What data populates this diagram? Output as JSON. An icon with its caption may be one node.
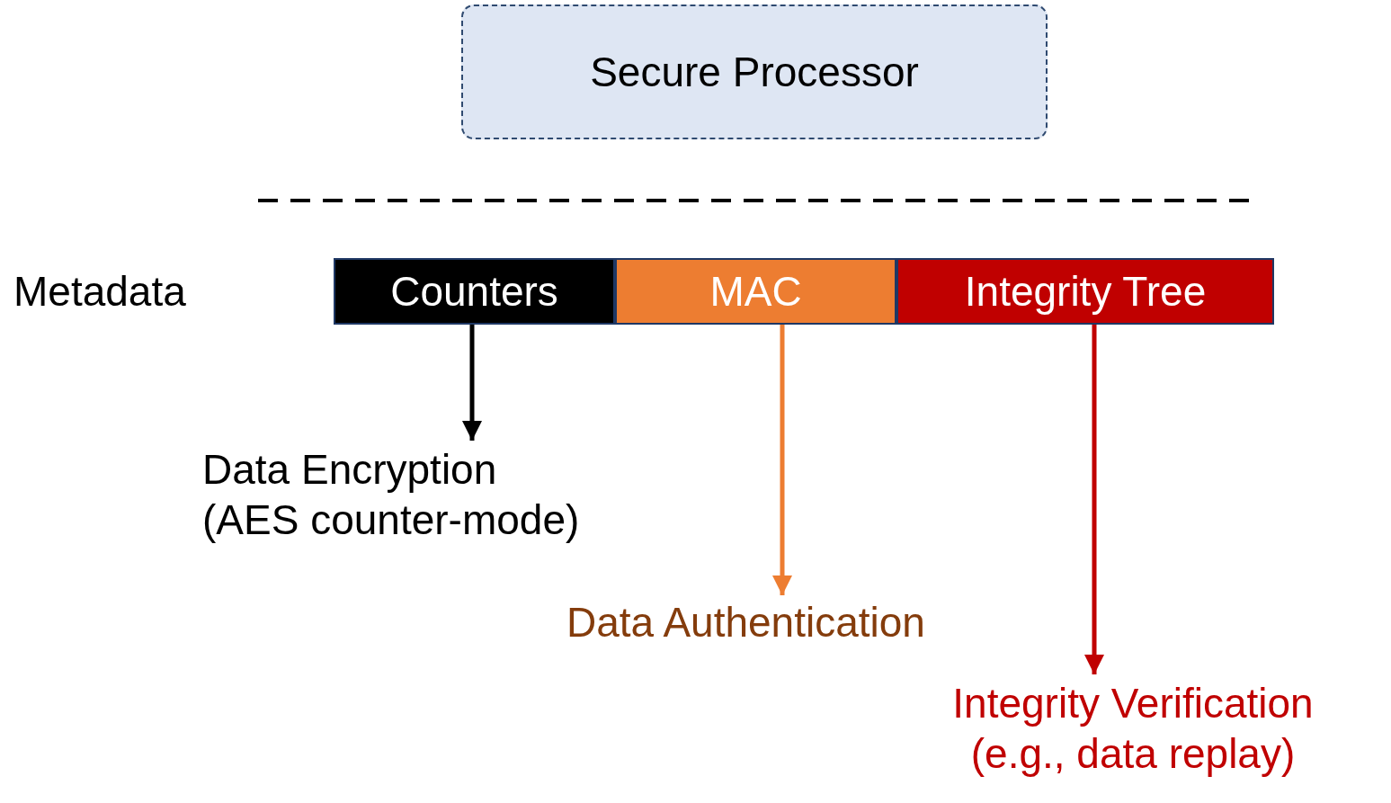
{
  "diagram": {
    "nodes": [
      {
        "text": [
          "Secure Processor"
        ]
      },
      {
        "text": [
          "Counters"
        ]
      },
      {
        "text": [
          "MAC"
        ]
      },
      {
        "text": [
          "Integrity Tree"
        ]
      },
      {
        "text": [
          "Data Encryption",
          "(AES counter-mode)"
        ]
      },
      {
        "text": [
          "Data Authentication"
        ]
      },
      {
        "text": [
          "Integrity Verification",
          "(e.g., data replay)"
        ]
      }
    ],
    "edges": [
      {
        "from": 1,
        "to": 4,
        "arrow": "to",
        "color": "#000000"
      },
      {
        "from": 2,
        "to": 5,
        "arrow": "to",
        "color": "#ed7d31"
      },
      {
        "from": 3,
        "to": 6,
        "arrow": "to",
        "color": "#c00000"
      }
    ],
    "labels": [
      "Metadata"
    ]
  }
}
